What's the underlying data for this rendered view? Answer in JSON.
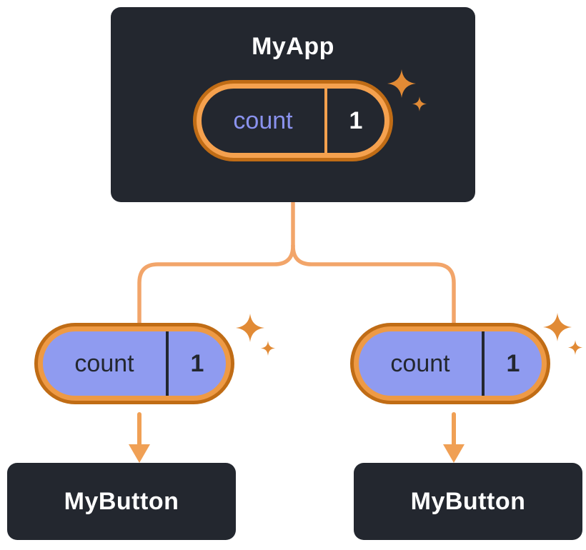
{
  "diagram": {
    "description": "component-tree-state-sharing",
    "parent": {
      "label": "MyApp",
      "state_pill": {
        "key": "count",
        "value": "1"
      }
    },
    "children": [
      {
        "label": "MyButton",
        "prop_pill": {
          "key": "count",
          "value": "1"
        }
      },
      {
        "label": "MyButton",
        "prop_pill": {
          "key": "count",
          "value": "1"
        }
      }
    ],
    "colors": {
      "box_background": "#23272f",
      "box_text": "#ffffff",
      "pill_fill_child": "#8F9BF0",
      "pill_fill_parent": "#23272f",
      "pill_border_light": "#F5A14E",
      "pill_border_dark": "#C06C15",
      "state_key_parent_text": "#8A92EE",
      "connector": "#F2A56A",
      "sparkle": "#E18A35"
    },
    "icons": {
      "sparkle": "four-point-star"
    }
  }
}
